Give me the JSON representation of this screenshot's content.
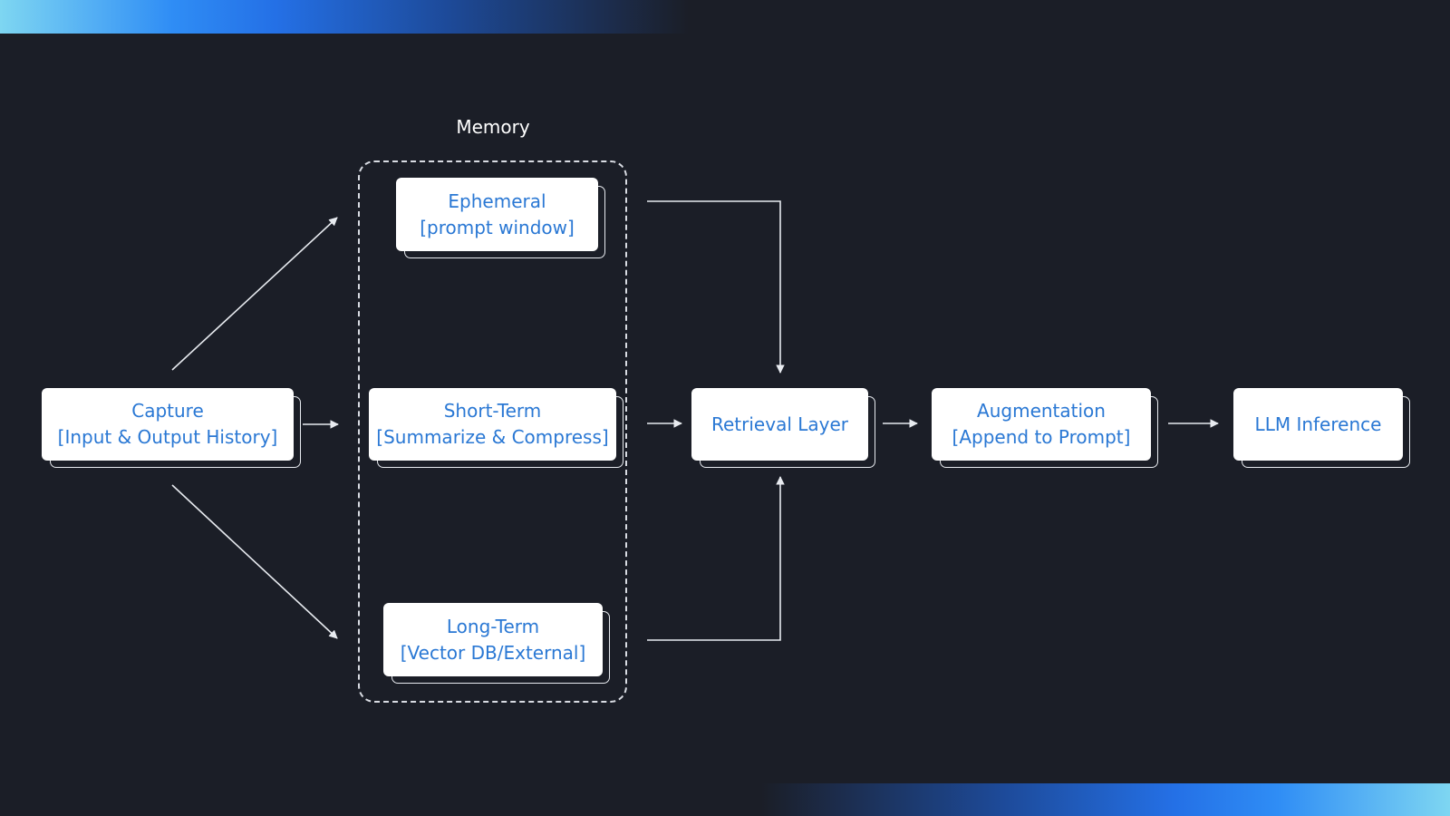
{
  "memory_group": {
    "title": "Memory"
  },
  "nodes": {
    "capture": {
      "line1": "Capture",
      "line2": "[Input & Output History]"
    },
    "ephemeral": {
      "line1": "Ephemeral",
      "line2": "[prompt window]"
    },
    "short_term": {
      "line1": "Short-Term",
      "line2": "[Summarize & Compress]"
    },
    "long_term": {
      "line1": "Long-Term",
      "line2": "[Vector DB/External]"
    },
    "retrieval": {
      "line1": "Retrieval Layer"
    },
    "augmentation": {
      "line1": "Augmentation",
      "line2": "[Append to Prompt]"
    },
    "llm": {
      "line1": "LLM Inference"
    }
  },
  "edges": [
    {
      "from": "Capture",
      "to": "Ephemeral"
    },
    {
      "from": "Capture",
      "to": "Short-Term"
    },
    {
      "from": "Capture",
      "to": "Long-Term"
    },
    {
      "from": "Ephemeral",
      "to": "Retrieval Layer"
    },
    {
      "from": "Short-Term",
      "to": "Retrieval Layer"
    },
    {
      "from": "Long-Term",
      "to": "Retrieval Layer"
    },
    {
      "from": "Retrieval Layer",
      "to": "Augmentation"
    },
    {
      "from": "Augmentation",
      "to": "LLM Inference"
    }
  ],
  "colors": {
    "background": "#1b1e27",
    "node_fill": "#ffffff",
    "node_text": "#2a78d4",
    "connector": "#e8ebf0",
    "accent_gradient": [
      "#7ed6f2",
      "#2f8df5",
      "#1d4a99"
    ]
  }
}
